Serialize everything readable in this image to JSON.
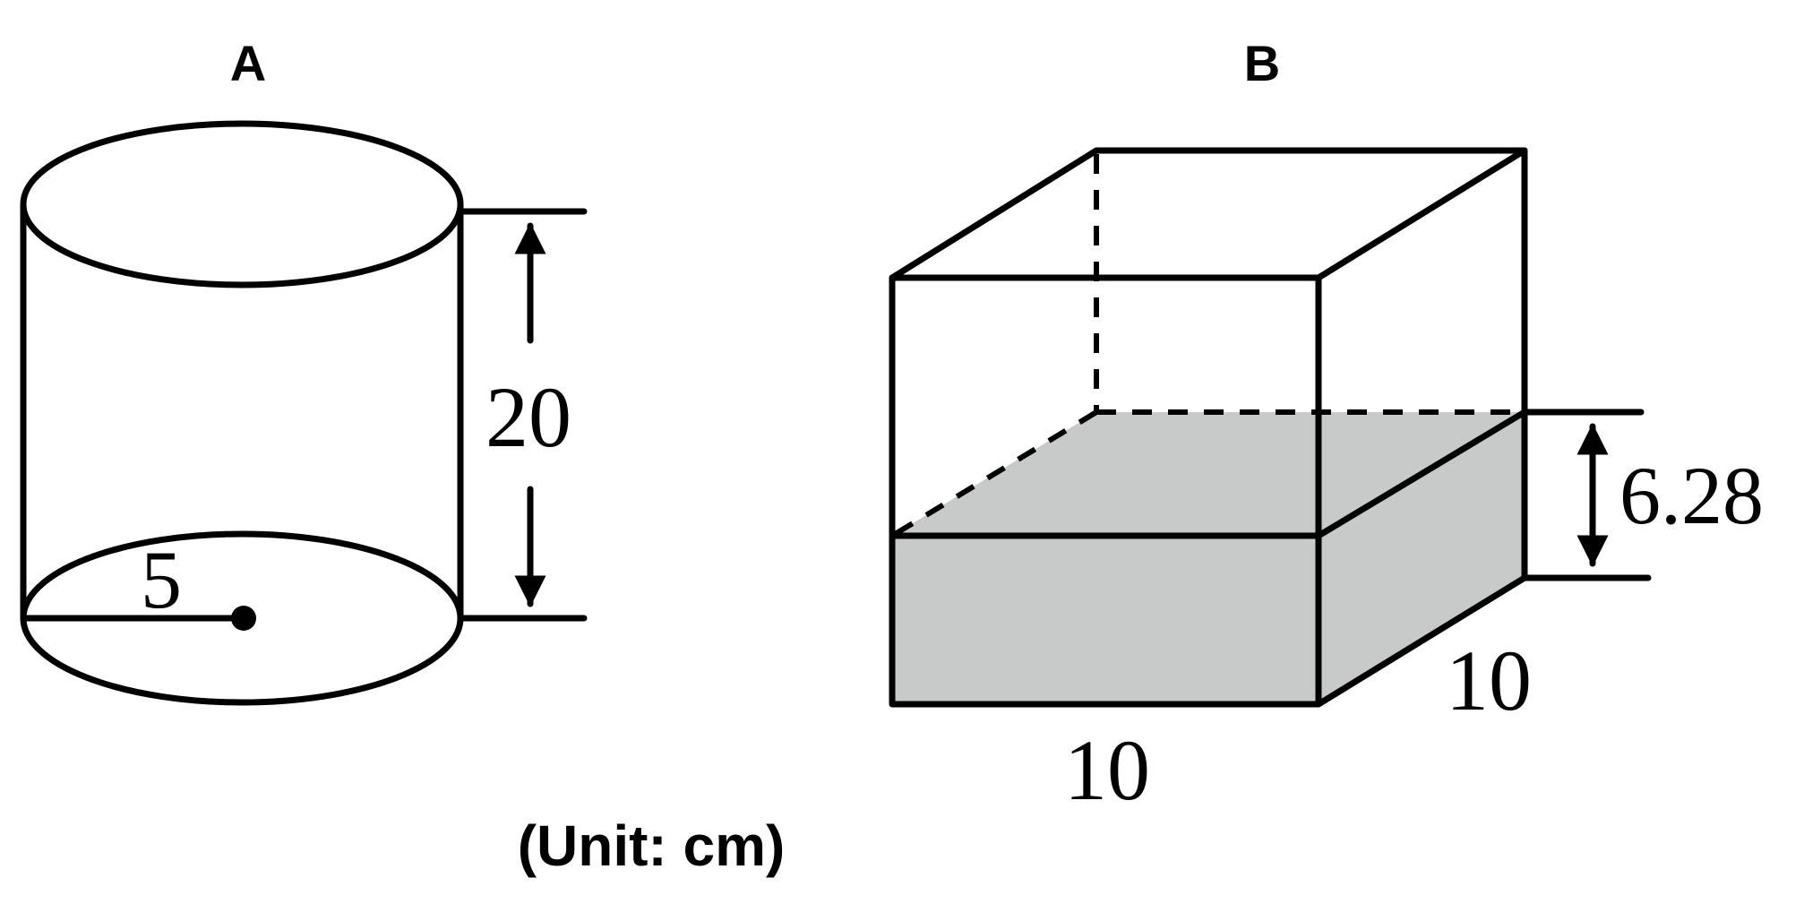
{
  "figures": {
    "a": {
      "title": "A",
      "height_label": "20",
      "radius_label": "5"
    },
    "b": {
      "title": "B",
      "water_height_label": "6.28",
      "width_label": "10",
      "depth_label": "10"
    }
  },
  "unit_label": "(Unit: cm)",
  "colors": {
    "line": "#000000",
    "water": "#c8cac9",
    "background": "#ffffff"
  }
}
